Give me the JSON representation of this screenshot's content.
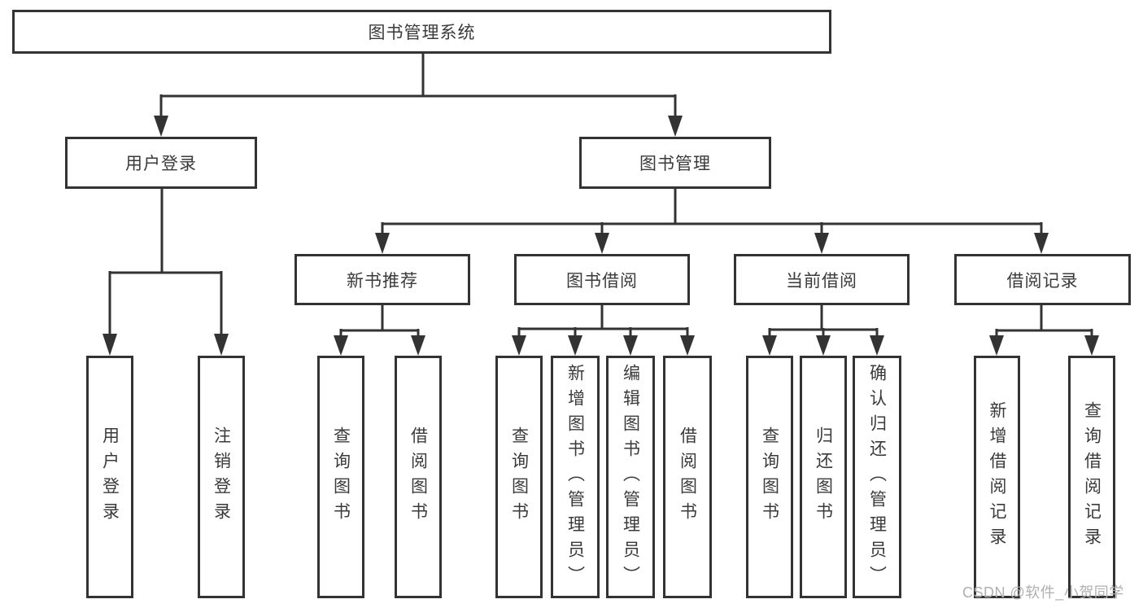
{
  "tree": {
    "root": {
      "label": "图书管理系统"
    },
    "branches": [
      {
        "label": "用户登录",
        "leaves": [
          {
            "label": "用户登录"
          },
          {
            "label": "注销登录"
          }
        ]
      },
      {
        "label": "图书管理",
        "groups": [
          {
            "label": "新书推荐",
            "leaves": [
              {
                "label": "查询图书"
              },
              {
                "label": "借阅图书"
              }
            ]
          },
          {
            "label": "图书借阅",
            "leaves": [
              {
                "label": "查询图书"
              },
              {
                "label": "新增图书（管理员）"
              },
              {
                "label": "编辑图书（管理员）"
              },
              {
                "label": "借阅图书"
              }
            ]
          },
          {
            "label": "当前借阅",
            "leaves": [
              {
                "label": "查询图书"
              },
              {
                "label": "归还图书"
              },
              {
                "label": "确认归还（管理员）"
              }
            ]
          },
          {
            "label": "借阅记录",
            "leaves": [
              {
                "label": "新增借阅记录"
              },
              {
                "label": "查询借阅记录"
              }
            ]
          }
        ]
      }
    ]
  },
  "watermark": {
    "text": "CSDN @软件_小贺同学"
  },
  "colors": {
    "line": "#333333",
    "box_border": "#333333",
    "text": "#3a3a3a",
    "watermark": "#b0b0b0",
    "background": "#ffffff"
  }
}
